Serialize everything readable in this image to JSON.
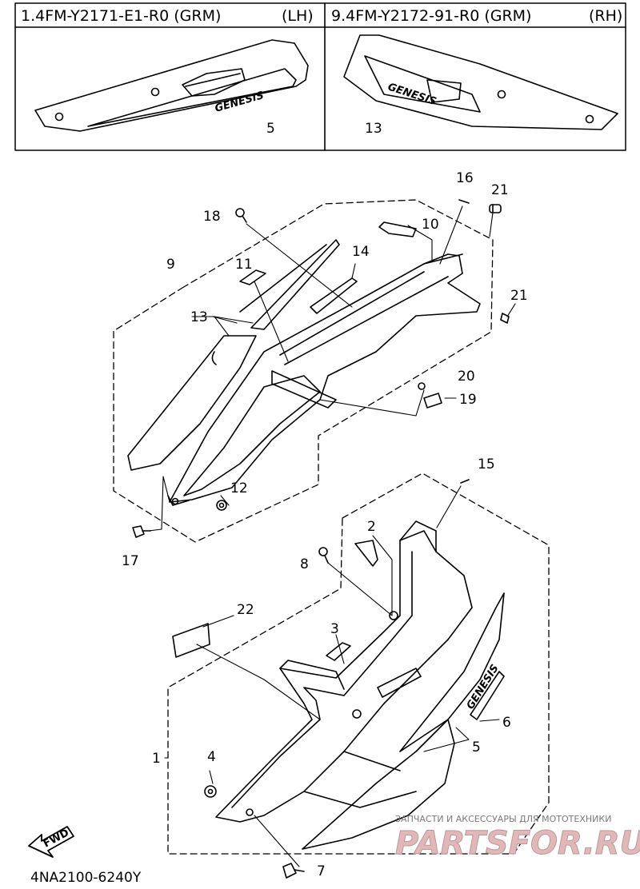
{
  "header": {
    "left_part": "1.4FM-Y2171-E1-R0 (GRM)",
    "left_side": "(LH)",
    "right_part": "9.4FM-Y2172-91-R0 (GRM)",
    "right_side": "(RH)"
  },
  "emblem_text": "GENESIS",
  "fwd_label": "FWD",
  "callouts": {
    "c1": "1",
    "c2": "2",
    "c3": "3",
    "c4": "4",
    "c5": "5",
    "c6": "6",
    "c7": "7",
    "c8": "8",
    "c9": "9",
    "c10": "10",
    "c11": "11",
    "c12": "12",
    "c13": "13",
    "c14": "14",
    "c15": "15",
    "c16": "16",
    "c17": "17",
    "c18": "18",
    "c19": "19",
    "c20": "20",
    "c21": "21",
    "c22": "22"
  },
  "footer_code": "4NA2100-6240Y",
  "watermark": {
    "tagline": "ЗАПЧАСТИ И АКСЕССУАРЫ ДЛЯ МОТОТЕХНИКИ",
    "logo": "PARTSFOR.RU"
  }
}
